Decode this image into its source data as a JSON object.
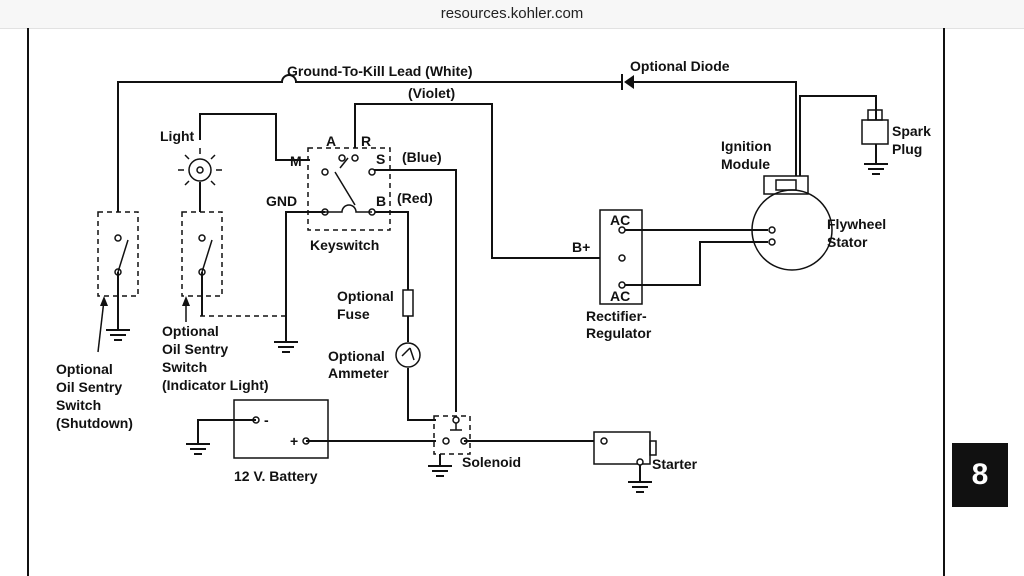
{
  "browser": {
    "url": "resources.kohler.com"
  },
  "page_number": "8",
  "labels": {
    "ground_to_kill": "Ground-To-Kill Lead  (White)",
    "optional_diode": "Optional Diode",
    "violet": "(Violet)",
    "blue": "(Blue)",
    "red": "(Red)",
    "light": "Light",
    "term_a": "A",
    "term_r": "R",
    "term_m": "M",
    "term_s": "S",
    "term_b": "B",
    "gnd": "GND",
    "keyswitch": "Keyswitch",
    "ignition_module_1": "Ignition",
    "ignition_module_2": "Module",
    "spark_plug_1": "Spark",
    "spark_plug_2": "Plug",
    "flywheel_stator_1": "Flywheel",
    "flywheel_stator_2": "Stator",
    "ac_top": "AC",
    "ac_bottom": "AC",
    "b_plus": "B+",
    "rectifier_1": "Rectifier-",
    "rectifier_2": "Regulator",
    "optional_fuse_1": "Optional",
    "optional_fuse_2": "Fuse",
    "optional_ammeter_1": "Optional",
    "optional_ammeter_2": "Ammeter",
    "oil_sentry_shutdown": [
      "Optional",
      "Oil Sentry",
      "Switch",
      "(Shutdown)"
    ],
    "oil_sentry_indicator": [
      "Optional",
      "Oil Sentry",
      "Switch",
      "(Indicator Light)"
    ],
    "battery": "12 V. Battery",
    "battery_minus": "-",
    "battery_plus": "+",
    "solenoid": "Solenoid",
    "starter": "Starter"
  }
}
